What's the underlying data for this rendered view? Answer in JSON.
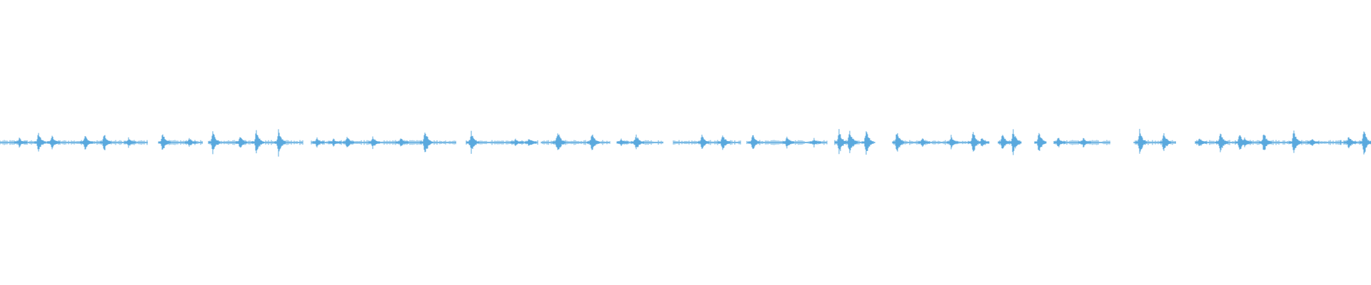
{
  "waveform": {
    "color": "#5aa9de",
    "background": "#ffffff",
    "segments": [
      {
        "start": 0.0,
        "end": 0.108,
        "peaks": [
          0.014,
          0.028,
          0.038,
          0.062,
          0.076,
          0.094
        ]
      },
      {
        "start": 0.117,
        "end": 0.148,
        "peaks": [
          0.119,
          0.138
        ]
      },
      {
        "start": 0.152,
        "end": 0.221,
        "peaks": [
          0.155,
          0.175,
          0.187,
          0.203
        ]
      },
      {
        "start": 0.227,
        "end": 0.333,
        "peaks": [
          0.231,
          0.243,
          0.253,
          0.272,
          0.292,
          0.31
        ]
      },
      {
        "start": 0.34,
        "end": 0.392,
        "peaks": [
          0.344,
          0.376,
          0.386
        ]
      },
      {
        "start": 0.395,
        "end": 0.445,
        "peaks": [
          0.407,
          0.432
        ]
      },
      {
        "start": 0.45,
        "end": 0.484,
        "peaks": [
          0.453,
          0.464
        ]
      },
      {
        "start": 0.491,
        "end": 0.54,
        "peaks": [
          0.512,
          0.527
        ]
      },
      {
        "start": 0.545,
        "end": 0.603,
        "peaks": [
          0.549,
          0.574,
          0.594
        ]
      },
      {
        "start": 0.609,
        "end": 0.638,
        "peaks": [
          0.612,
          0.62,
          0.632
        ]
      },
      {
        "start": 0.652,
        "end": 0.721,
        "peaks": [
          0.654,
          0.673,
          0.694,
          0.71,
          0.716
        ]
      },
      {
        "start": 0.729,
        "end": 0.745,
        "peaks": [
          0.731,
          0.739
        ]
      },
      {
        "start": 0.757,
        "end": 0.76,
        "peaks": [
          0.758
        ]
      },
      {
        "start": 0.769,
        "end": 0.81,
        "peaks": [
          0.772,
          0.79
        ]
      },
      {
        "start": 0.827,
        "end": 0.858,
        "peaks": [
          0.831,
          0.849
        ]
      },
      {
        "start": 0.872,
        "end": 0.907,
        "peaks": [
          0.875,
          0.89,
          0.904
        ]
      },
      {
        "start": 0.907,
        "end": 0.978,
        "peaks": [
          0.908,
          0.922,
          0.944,
          0.957
        ]
      },
      {
        "start": 0.978,
        "end": 1.0,
        "peaks": [
          0.984,
          0.995
        ]
      }
    ]
  }
}
